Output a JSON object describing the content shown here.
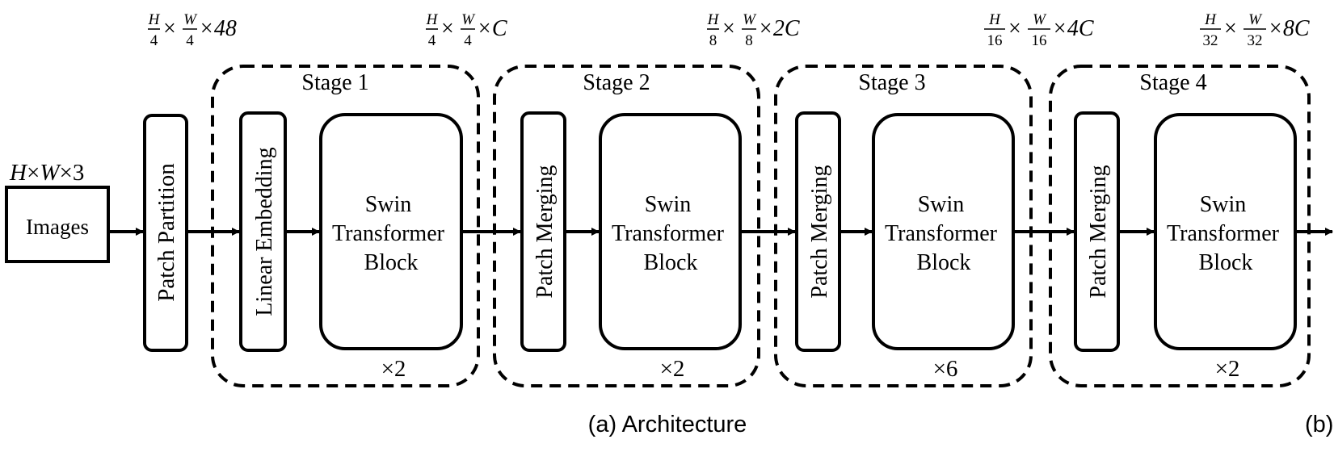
{
  "input": {
    "dims": {
      "a": "H",
      "b": "W",
      "tail": "3"
    },
    "label": "Images"
  },
  "patch_partition": {
    "label": "Patch Partition"
  },
  "dims": [
    {
      "num1": "H",
      "den1": "4",
      "num2": "W",
      "den2": "4",
      "suffix": "×48"
    },
    {
      "num1": "H",
      "den1": "4",
      "num2": "W",
      "den2": "4",
      "suffix": "×C"
    },
    {
      "num1": "H",
      "den1": "8",
      "num2": "W",
      "den2": "8",
      "suffix": "×2C"
    },
    {
      "num1": "H",
      "den1": "16",
      "num2": "W",
      "den2": "16",
      "suffix": "×4C"
    },
    {
      "num1": "H",
      "den1": "32",
      "num2": "W",
      "den2": "32",
      "suffix": "×8C"
    }
  ],
  "stages": [
    {
      "title": "Stage 1",
      "module": "Linear Embedding",
      "block": [
        "Swin",
        "Transformer",
        "Block"
      ],
      "repeat": "×2"
    },
    {
      "title": "Stage 2",
      "module": "Patch Merging",
      "block": [
        "Swin",
        "Transformer",
        "Block"
      ],
      "repeat": "×2"
    },
    {
      "title": "Stage 3",
      "module": "Patch Merging",
      "block": [
        "Swin",
        "Transformer",
        "Block"
      ],
      "repeat": "×6"
    },
    {
      "title": "Stage 4",
      "module": "Patch Merging",
      "block": [
        "Swin",
        "Transformer",
        "Block"
      ],
      "repeat": "×2"
    }
  ],
  "captions": {
    "main": "(a) Architecture",
    "side": "(b)"
  }
}
